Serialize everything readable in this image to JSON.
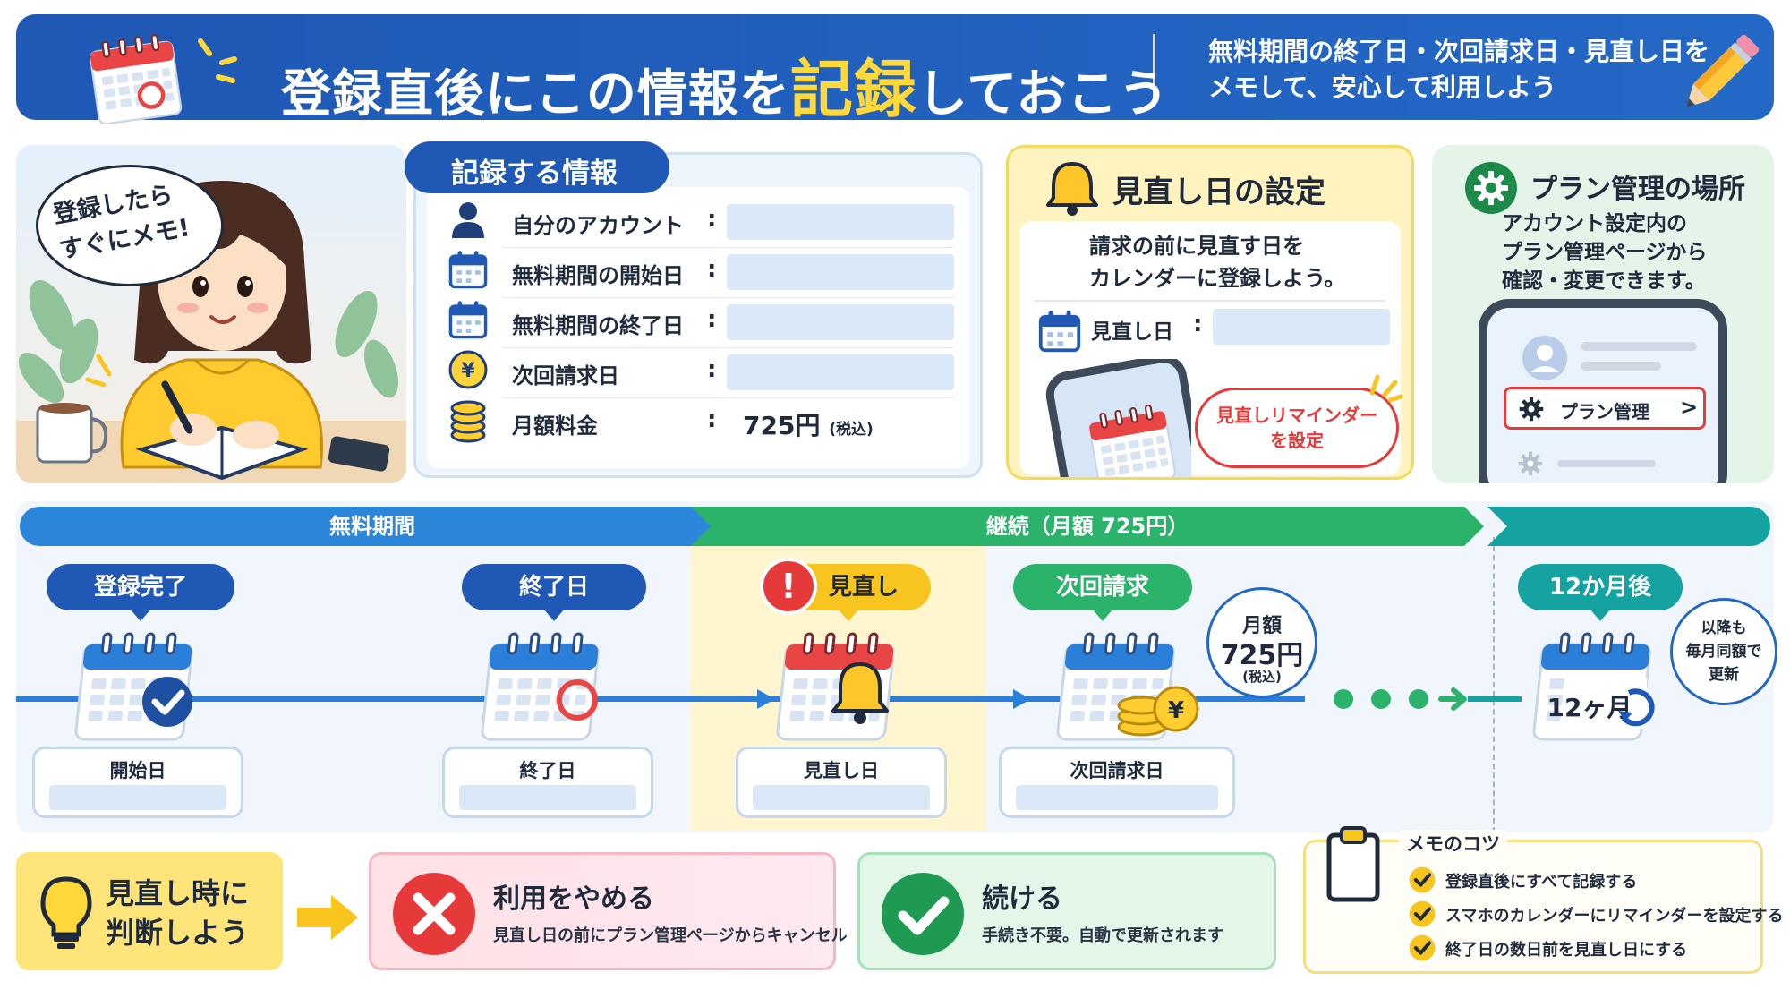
{
  "header": {
    "title_pre": "登録直後にこの情報を",
    "title_highlight": "記録",
    "title_post": "しておこう",
    "subtitle_line1": "無料期間の終了日・次回請求日・見直し日を",
    "subtitle_line2": "メモして、安心して利用しよう"
  },
  "illustration": {
    "bubble_line1": "登録したら",
    "bubble_line2": "すぐにメモ!"
  },
  "record_panel": {
    "title": "記録する情報",
    "rows": [
      {
        "label": "自分のアカウント",
        "colon": ":"
      },
      {
        "label": "無料期間の開始日",
        "colon": ":"
      },
      {
        "label": "無料期間の終了日",
        "colon": ":"
      },
      {
        "label": "次回請求日",
        "colon": ":"
      },
      {
        "label": "月額料金",
        "colon": ":"
      }
    ],
    "price_value": "725円",
    "price_tax": "(税込)"
  },
  "review_panel": {
    "title": "見直し日の設定",
    "desc_line1": "請求の前に見直す日を",
    "desc_line2": "カレンダーに登録しよう。",
    "row_label": "見直し日",
    "row_colon": ":",
    "reminder_line1": "見直しリマインダー",
    "reminder_line2": "を設定"
  },
  "plan_panel": {
    "title": "プラン管理の場所",
    "desc_line1": "アカウント設定内の",
    "desc_line2": "プラン管理ページから",
    "desc_line3": "確認・変更できます。",
    "button_label": "プラン管理",
    "chevron": ">"
  },
  "timeline": {
    "band_free": "無料期間",
    "band_continue": "継続（月額 725円）",
    "stages": [
      {
        "tag": "登録完了",
        "box_label": "開始日",
        "color": "#1f58b5"
      },
      {
        "tag": "終了日",
        "box_label": "終了日",
        "color": "#1f58b5"
      },
      {
        "tag": "見直し",
        "box_label": "見直し日",
        "color": "#f7c51e"
      },
      {
        "tag": "次回請求",
        "box_label": "次回請求日",
        "color": "#2bb36c"
      },
      {
        "tag": "12か月後",
        "box_label": "",
        "color": "#14a3a1"
      }
    ],
    "alert_mark": "!",
    "price_circle": {
      "line1": "月額",
      "line2": "725円",
      "line3": "(税込)"
    },
    "months_label": "12ヶ月",
    "after_circle": {
      "line1": "以降も",
      "line2": "毎月同額で",
      "line3": "更新"
    },
    "yen_symbol": "¥"
  },
  "bottom": {
    "judge_line1": "見直し時に",
    "judge_line2": "判断しよう",
    "stop_title": "利用をやめる",
    "stop_desc": "見直し日の前にプラン管理ページからキャンセル",
    "continue_title": "続ける",
    "continue_desc": "手続き不要。自動で更新されます",
    "memo_title": "メモのコツ",
    "memo_items": [
      "登録直後にすべて記録する",
      "スマホのカレンダーにリマインダーを設定する",
      "終了日の数日前を見直し日にする"
    ]
  },
  "colors": {
    "primary_blue": "#1f58b5",
    "accent_yellow": "#ffd83a",
    "green": "#2bb36c",
    "teal": "#14a3a1",
    "red": "#e63a3a"
  }
}
